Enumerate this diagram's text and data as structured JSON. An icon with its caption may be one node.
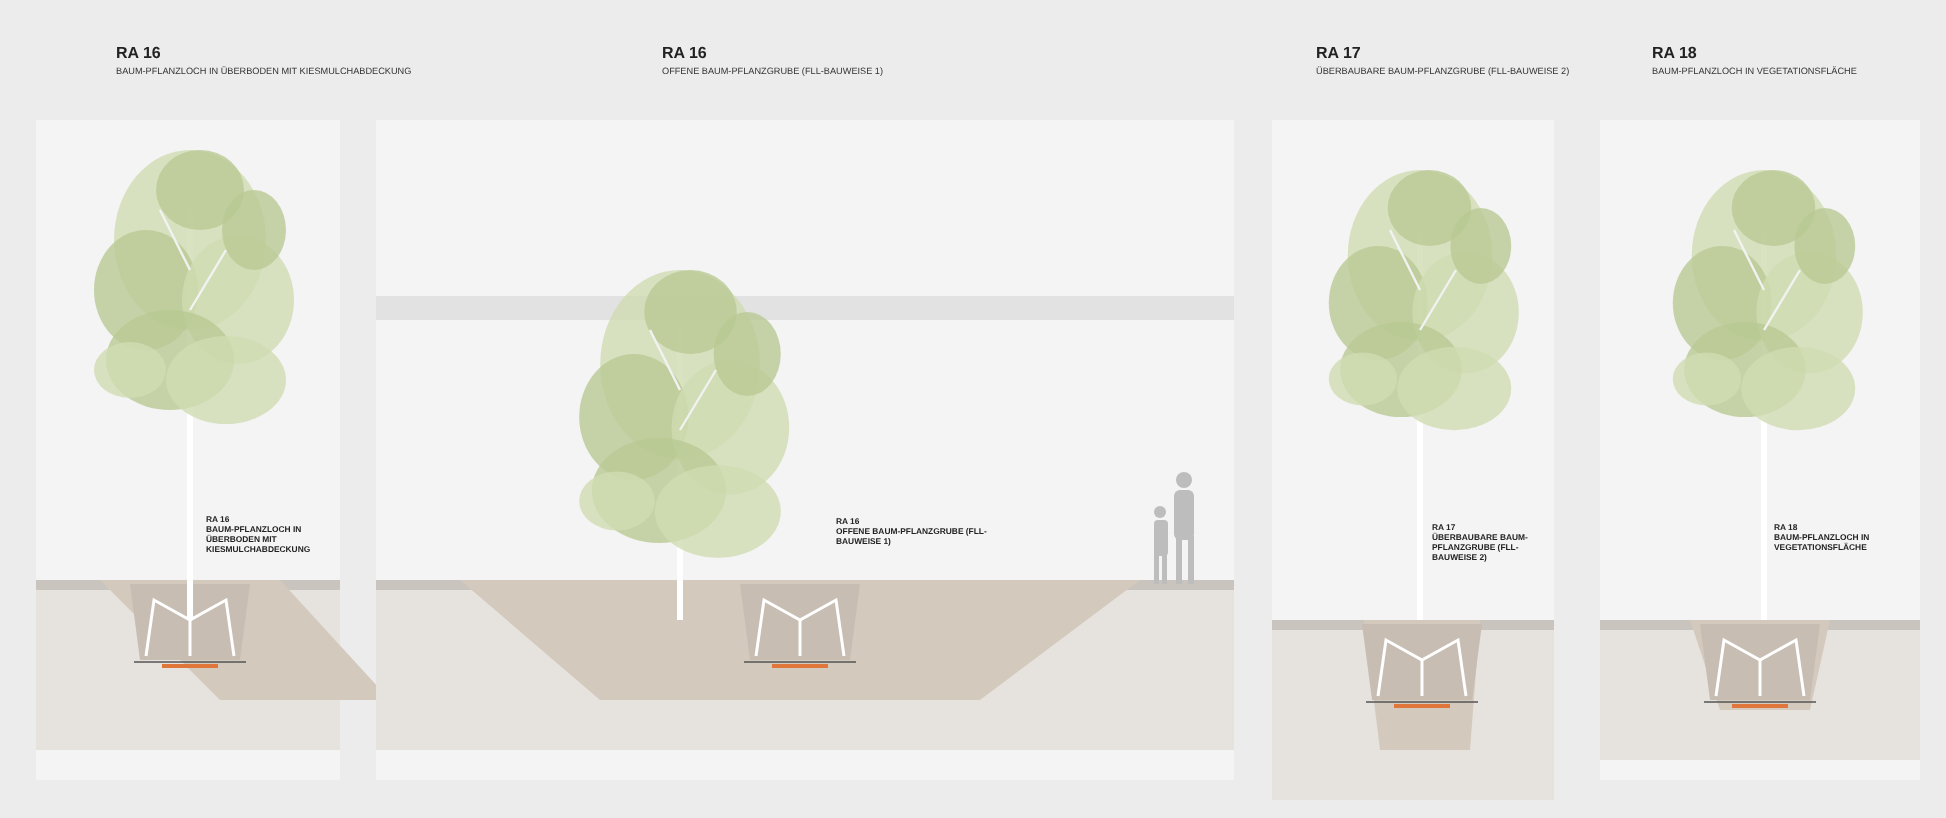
{
  "diagram": {
    "labels": [
      "RA 16",
      "BAUM-PFLANZLOCH IN ÜBERBODEN MIT KIESMULCHABDECKUNG",
      "RA 16",
      "OFFENE BAUM-PFLANZGRUBE (FLL-BAUWEISE 1)",
      "RA 17",
      "ÜBERBAUBARE BAUM-PFLANZGRUBE (FLL-BAUWEISE 2)",
      "RA 18",
      "BAUM-PFLANZLOCH IN VEGETATIONSFLÄCHE",
      "RA 16",
      "BAUM-PFLANZLOCH IN ÜBERBODEN MIT KIESMULCHABDECKUNG",
      "RA 16",
      "OFFENE BAUM-PFLANZGRUBE (FLL-BAUWEISE 1)",
      "RA 17",
      "ÜBERBAUBARE BAUM-PFLANZGRUBE (FLL-BAUWEISE 2)",
      "RA 18",
      "BAUM-PFLANZLOCH IN VEGETATIONSFLÄCHE"
    ]
  }
}
